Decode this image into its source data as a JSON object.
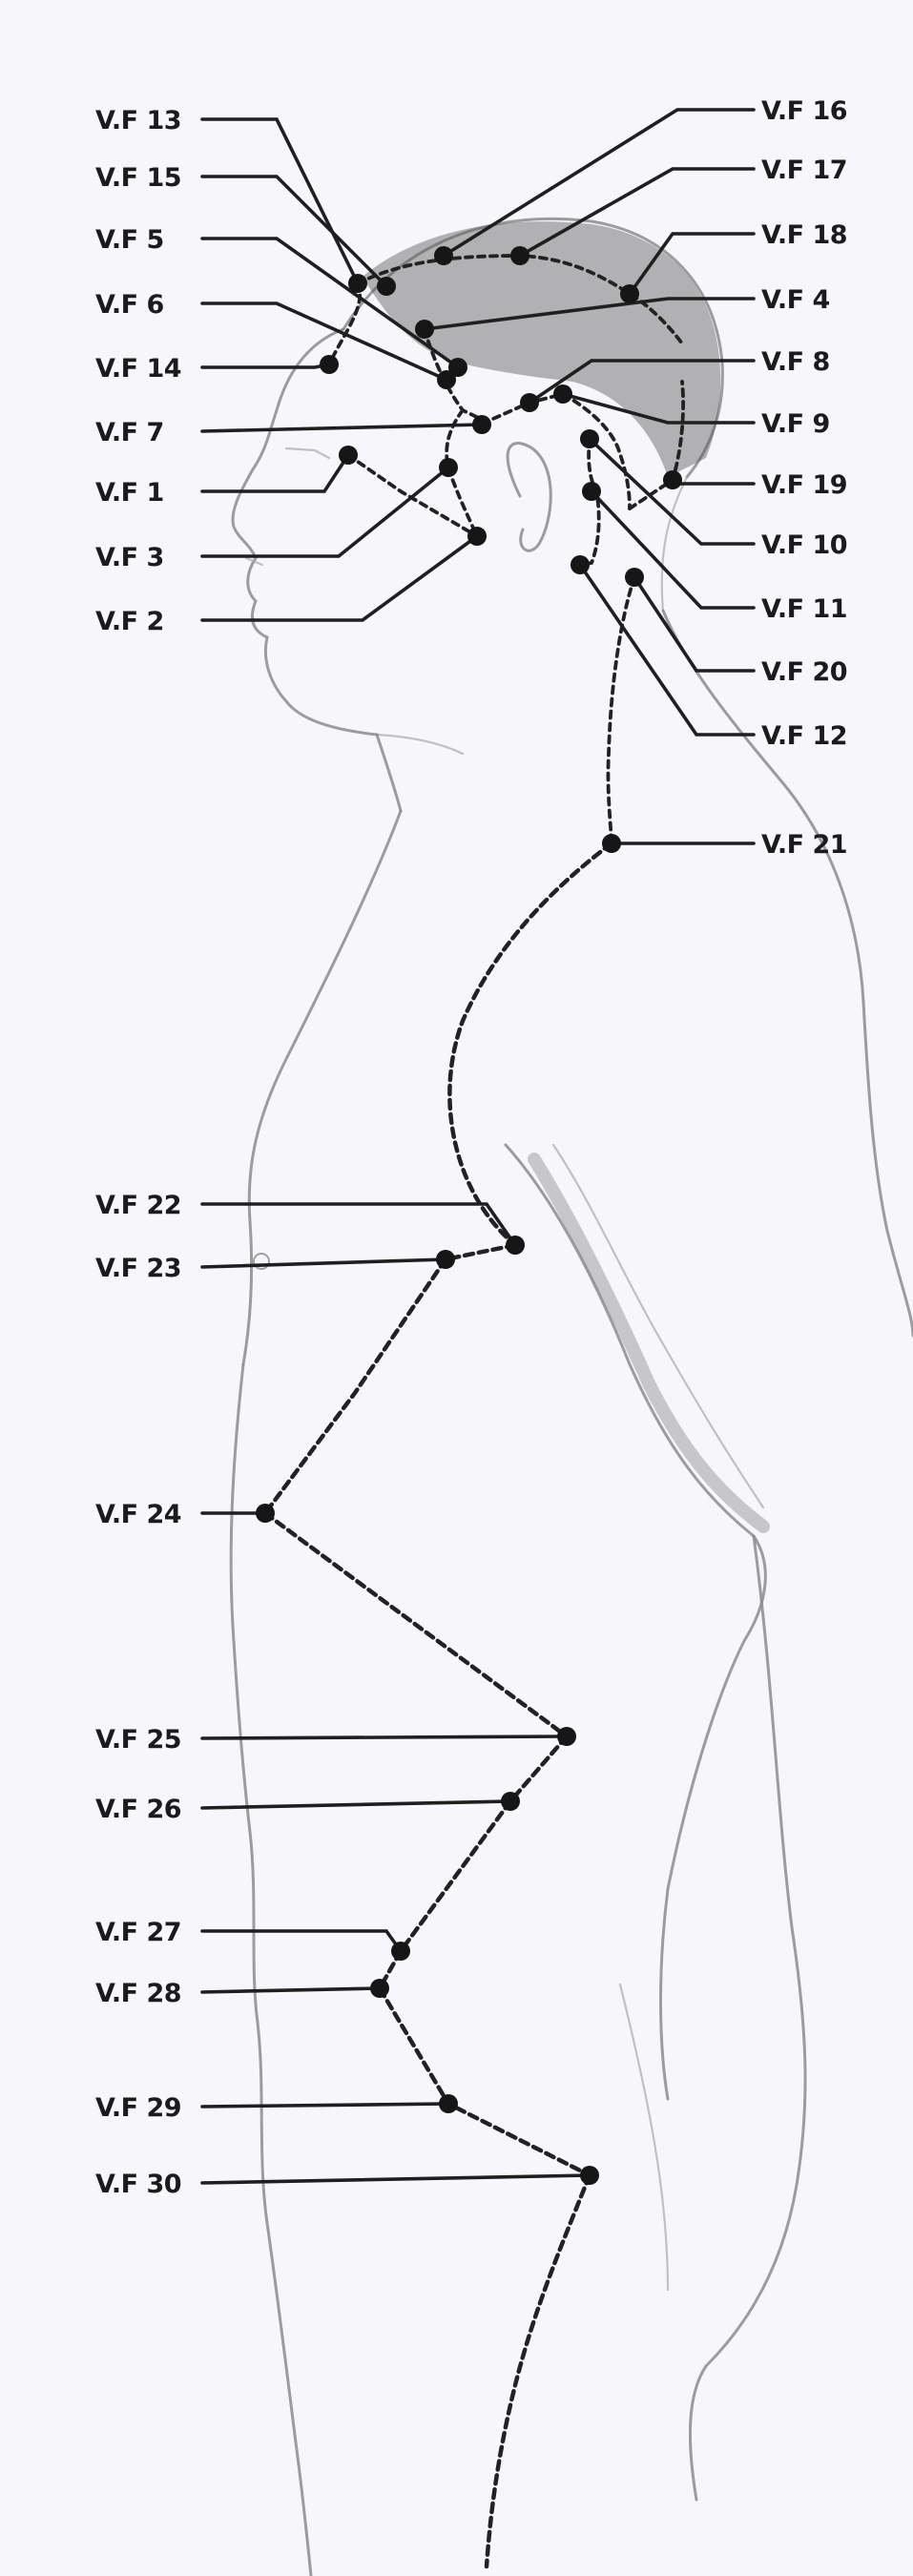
{
  "points": [
    {
      "id": "vf1",
      "label": "V.F  1"
    },
    {
      "id": "vf2",
      "label": "V.F  2"
    },
    {
      "id": "vf3",
      "label": "V.F  3"
    },
    {
      "id": "vf4",
      "label": "V.F  4"
    },
    {
      "id": "vf5",
      "label": "V.F  5"
    },
    {
      "id": "vf6",
      "label": "V.F  6"
    },
    {
      "id": "vf7",
      "label": "V.F  7"
    },
    {
      "id": "vf8",
      "label": "V.F  8"
    },
    {
      "id": "vf9",
      "label": "V.F  9"
    },
    {
      "id": "vf10",
      "label": "V.F 10"
    },
    {
      "id": "vf11",
      "label": "V.F 11"
    },
    {
      "id": "vf12",
      "label": "V.F 12"
    },
    {
      "id": "vf13",
      "label": "V.F 13"
    },
    {
      "id": "vf14",
      "label": "V.F 14"
    },
    {
      "id": "vf15",
      "label": "V.F 15"
    },
    {
      "id": "vf16",
      "label": "V.F 16"
    },
    {
      "id": "vf17",
      "label": "V.F 17"
    },
    {
      "id": "vf18",
      "label": "V.F 18"
    },
    {
      "id": "vf19",
      "label": "V.F 19"
    },
    {
      "id": "vf20",
      "label": "V.F 20"
    },
    {
      "id": "vf21",
      "label": "V.F 21"
    },
    {
      "id": "vf22",
      "label": "V.F 22"
    },
    {
      "id": "vf23",
      "label": "V.F 23"
    },
    {
      "id": "vf24",
      "label": "V.F 24"
    },
    {
      "id": "vf25",
      "label": "V.F 25"
    },
    {
      "id": "vf26",
      "label": "V.F 26"
    },
    {
      "id": "vf27",
      "label": "V.F 27"
    },
    {
      "id": "vf28",
      "label": "V.F 28"
    },
    {
      "id": "vf29",
      "label": "V.F 29"
    },
    {
      "id": "vf30",
      "label": "V.F 30"
    }
  ]
}
